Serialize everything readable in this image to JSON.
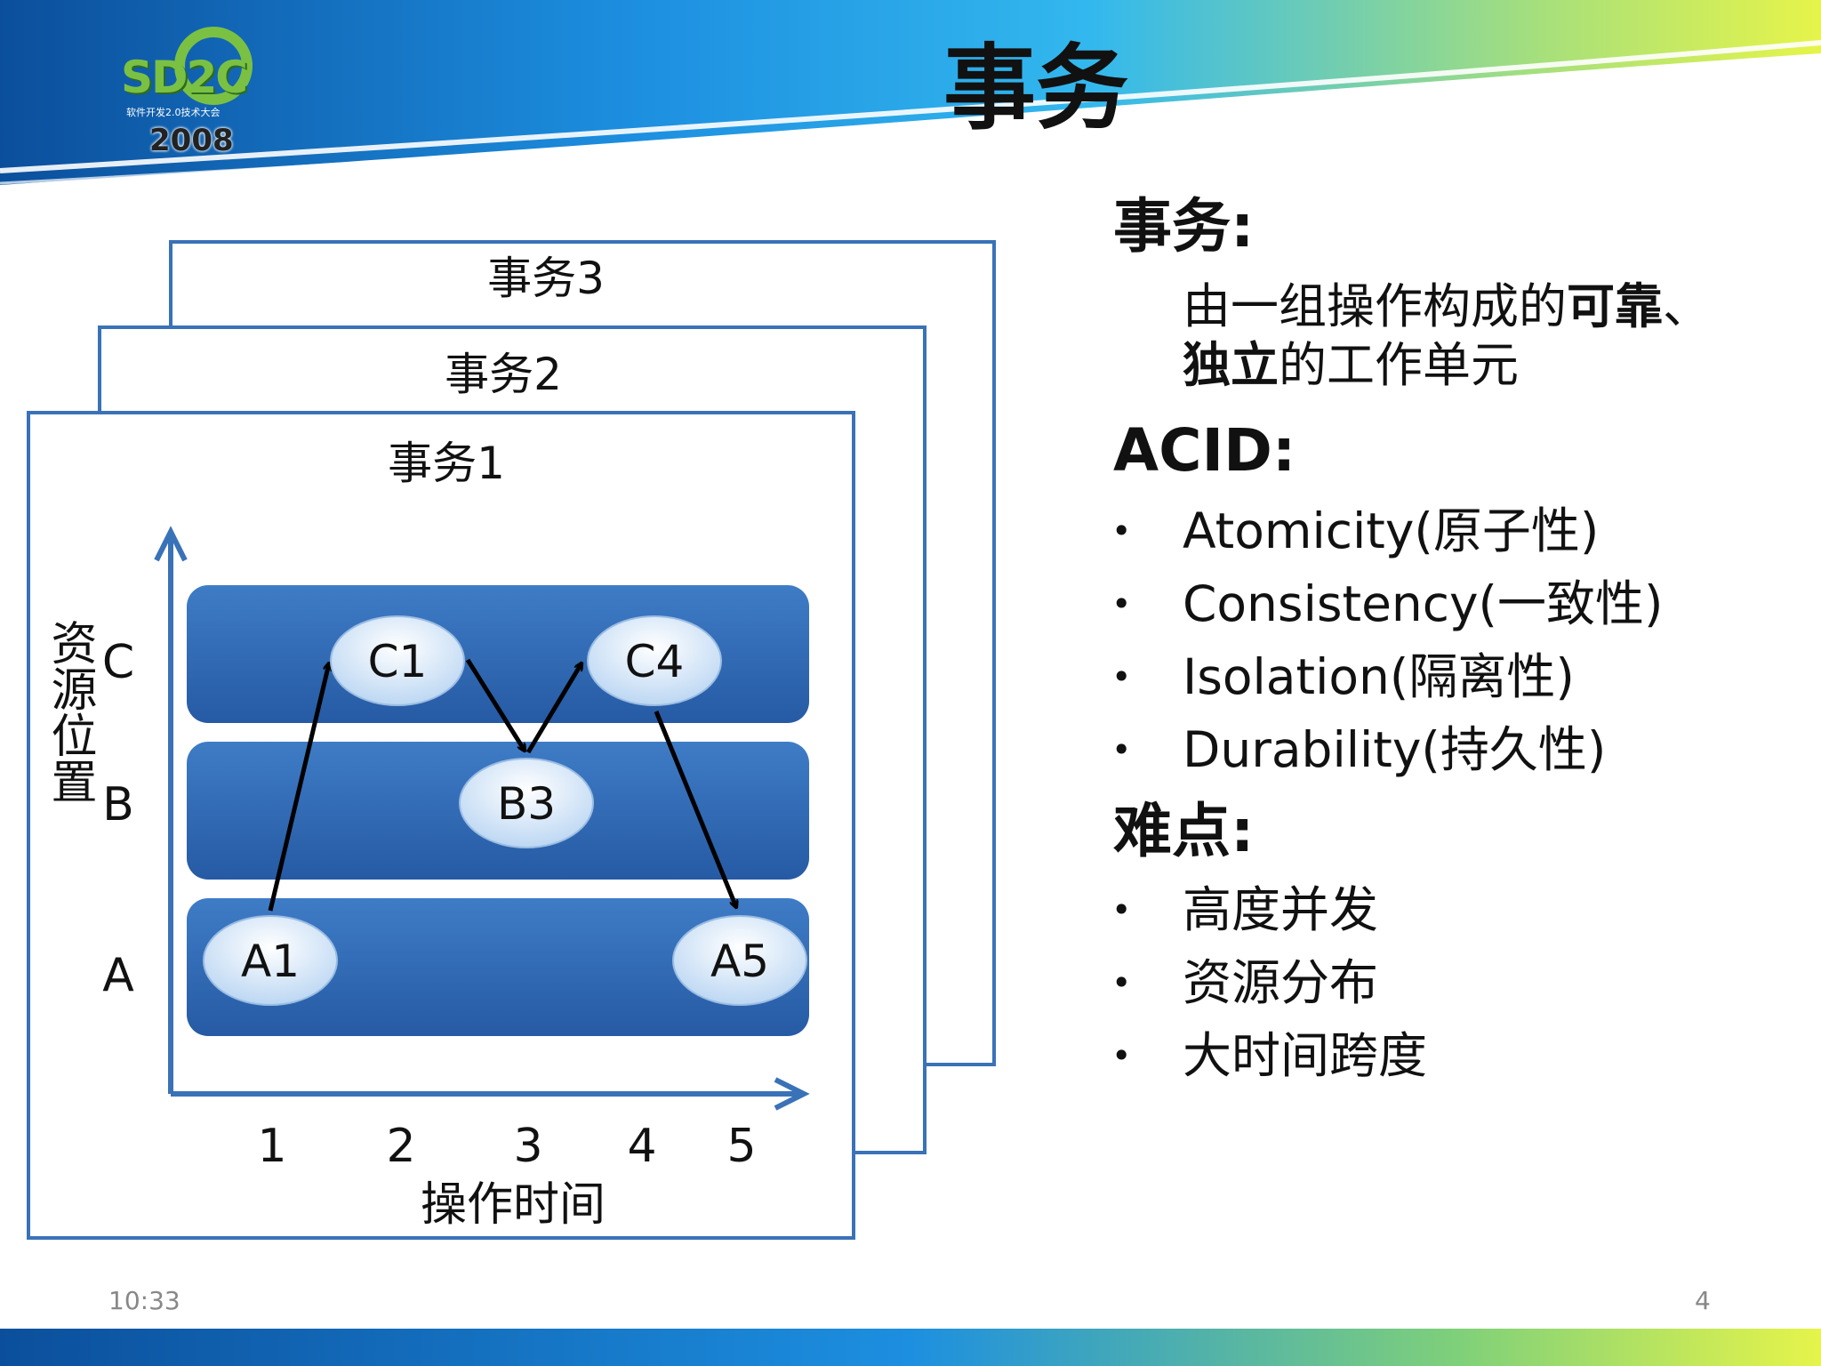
{
  "header": {
    "title": "事务",
    "logo": {
      "text": "SD2C",
      "subtitle": "软件开发2.0技术大会",
      "year": "2008"
    }
  },
  "diagram": {
    "panels": [
      "事务3",
      "事务2",
      "事务1"
    ],
    "y_axis_label": "资源位置",
    "rows": [
      "C",
      "B",
      "A"
    ],
    "x_ticks": [
      "1",
      "2",
      "3",
      "4",
      "5"
    ],
    "x_axis_label": "操作时间",
    "nodes": [
      "C1",
      "C4",
      "B3",
      "A1",
      "A5"
    ]
  },
  "right_panel": {
    "heading_transaction": "事务:",
    "definition_part1": "由一组操作构成的",
    "definition_bold1": "可靠",
    "definition_sep": "、",
    "definition_bold2": "独立",
    "definition_part2": "的工作单元",
    "heading_acid": "ACID:",
    "acid_items": [
      "Atomicity(原子性)",
      "Consistency(一致性)",
      "Isolation(隔离性)",
      "Durability(持久性)"
    ],
    "heading_difficulty": "难点:",
    "difficulty_items": [
      "高度并发",
      "资源分布",
      "大时间跨度"
    ],
    "bullet": "•"
  },
  "footer": {
    "time": "10:33",
    "page": "4"
  },
  "colors": {
    "banner_left": "#0b4f9c",
    "banner_mid": "#20a0e8",
    "banner_right": "#d8f050",
    "frame": "#3a72b8",
    "lane": "#2c64b0",
    "node": "#d4e6f8"
  }
}
